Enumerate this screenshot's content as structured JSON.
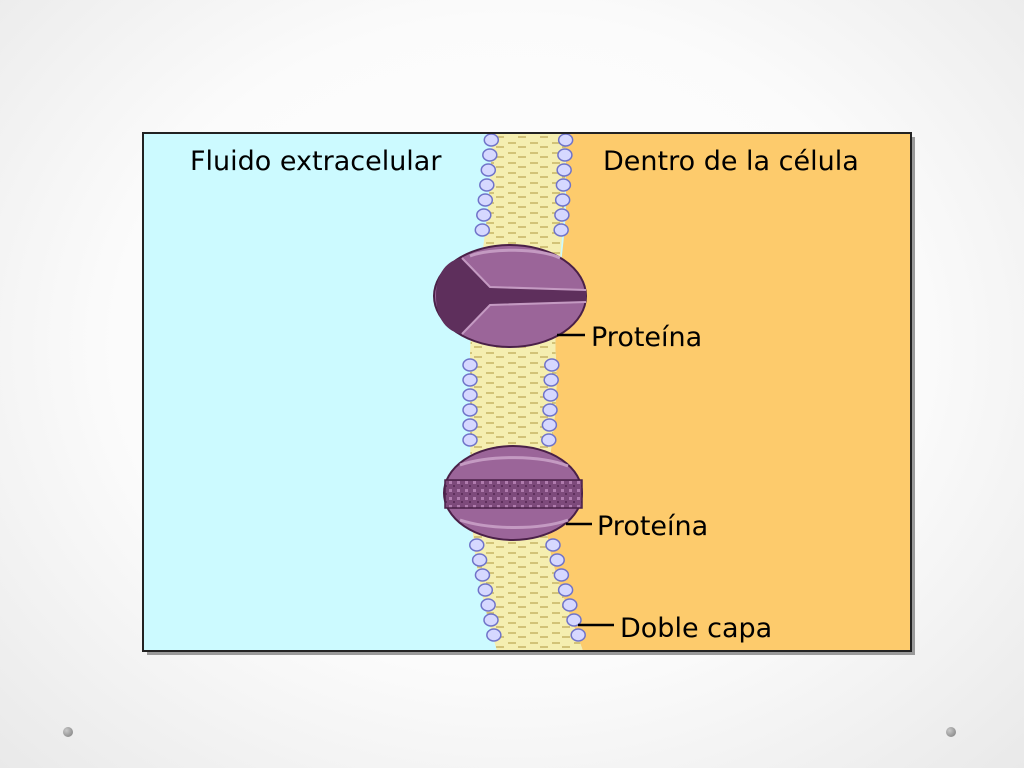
{
  "labels": {
    "outside": "Fluido extracelular",
    "inside": "Dentro de la célula",
    "protein_top": "Proteína",
    "protein_bottom": "Proteína",
    "bilayer": "Doble capa"
  },
  "colors": {
    "extracellular": "#ccfaff",
    "intracellular": "#fdcb6c",
    "protein": "#9b6599",
    "protein_dark": "#5e2f5c",
    "lipid_head": "#d6d8ff",
    "lipid_tail": "#f5eeb0"
  }
}
